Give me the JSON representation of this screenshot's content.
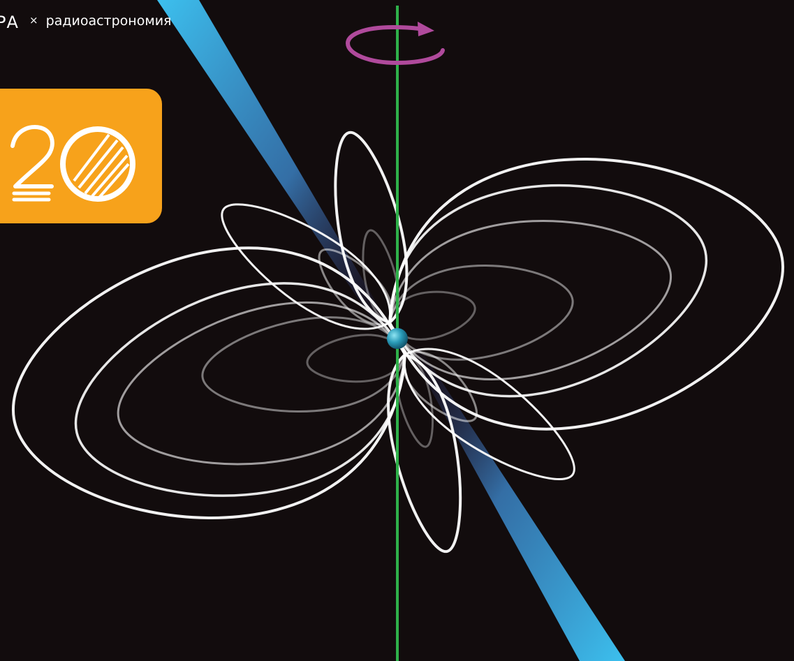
{
  "header": {
    "brand_fragment": "РА",
    "separator": "×",
    "tag": "радиоастрономия"
  },
  "badge": {
    "text": "20",
    "background": "#f7a21b"
  },
  "diagram": {
    "subject": "pulsar magnetic dipole field",
    "rotation_axis_color": "#2fb14a",
    "rotation_arrow_color": "#b04a9c",
    "beam_color": "#3cc0ee",
    "star_color": "#2a9bb8",
    "field_line_color": "#ffffff",
    "background": "#120c0d"
  }
}
